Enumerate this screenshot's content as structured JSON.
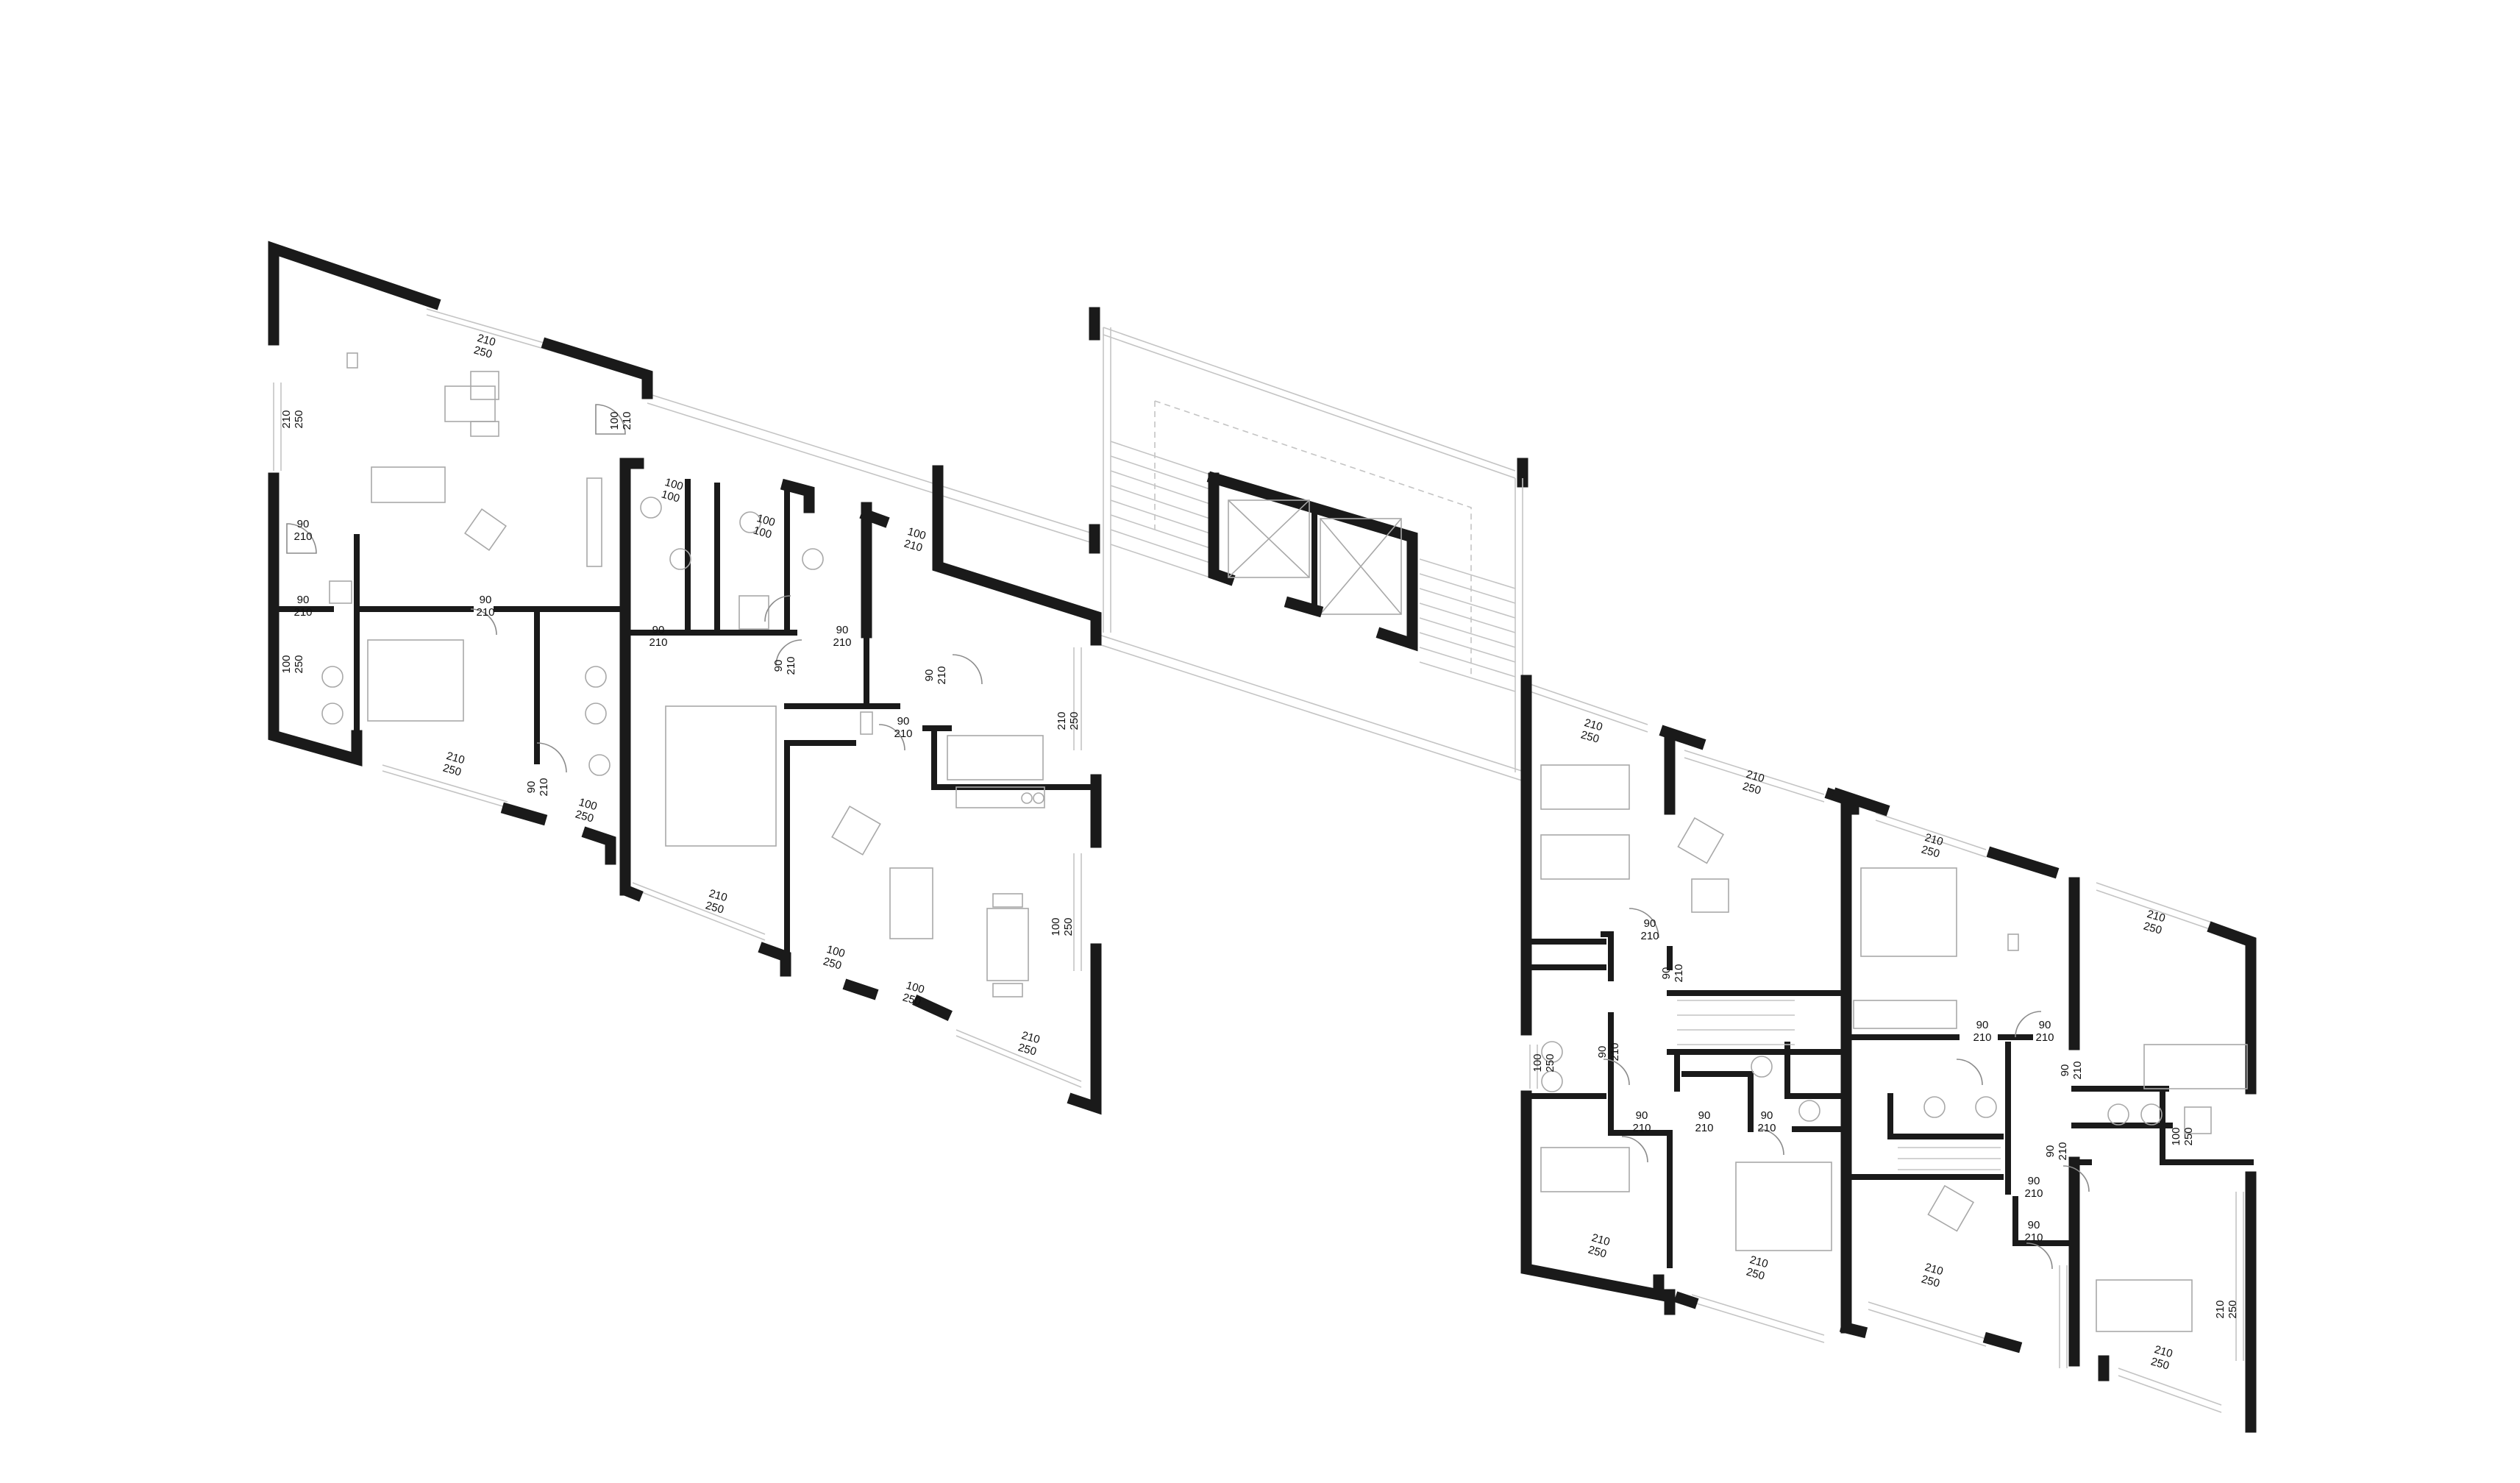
{
  "labels": {
    "l1": {
      "w": "210",
      "h": "250"
    },
    "l2": {
      "w": "210",
      "h": "250"
    },
    "l3": {
      "w": "100",
      "h": "210"
    },
    "l4": {
      "w": "90",
      "h": "210"
    },
    "l5": {
      "w": "90",
      "h": "210"
    },
    "l6": {
      "w": "90",
      "h": "210"
    },
    "l7": {
      "w": "100",
      "h": "250"
    },
    "l8": {
      "w": "210",
      "h": "250"
    },
    "l9": {
      "w": "90",
      "h": "210"
    },
    "l10": {
      "w": "100",
      "h": "250"
    },
    "l11": {
      "w": "100",
      "h": "100"
    },
    "l12": {
      "w": "100",
      "h": "100"
    },
    "l13": {
      "w": "100",
      "h": "210"
    },
    "l14": {
      "w": "90",
      "h": "210"
    },
    "l15": {
      "w": "90",
      "h": "210"
    },
    "l16": {
      "w": "90",
      "h": "210"
    },
    "l17": {
      "w": "90",
      "h": "210"
    },
    "l18": {
      "w": "90",
      "h": "210"
    },
    "l19": {
      "w": "210",
      "h": "250"
    },
    "l20": {
      "w": "210",
      "h": "250"
    },
    "l21": {
      "w": "100",
      "h": "250"
    },
    "l22": {
      "w": "100",
      "h": "250"
    },
    "l23": {
      "w": "100",
      "h": "250"
    },
    "l24": {
      "w": "210",
      "h": "250"
    },
    "r1": {
      "w": "210",
      "h": "250"
    },
    "r2": {
      "w": "210",
      "h": "250"
    },
    "r3": {
      "w": "210",
      "h": "250"
    },
    "r4": {
      "w": "210",
      "h": "250"
    },
    "r5": {
      "w": "90",
      "h": "210"
    },
    "r6": {
      "w": "90",
      "h": "210"
    },
    "r7": {
      "w": "90",
      "h": "210"
    },
    "r8": {
      "w": "90",
      "h": "210"
    },
    "r9": {
      "w": "90",
      "h": "210"
    },
    "r10": {
      "w": "90",
      "h": "210"
    },
    "r11": {
      "w": "100",
      "h": "250"
    },
    "r12": {
      "w": "90",
      "h": "210"
    },
    "r13": {
      "w": "90",
      "h": "210"
    },
    "r14": {
      "w": "90",
      "h": "210"
    },
    "r15": {
      "w": "90",
      "h": "210"
    },
    "r16": {
      "w": "100",
      "h": "250"
    },
    "r17": {
      "w": "90",
      "h": "210"
    },
    "r18": {
      "w": "90",
      "h": "210"
    },
    "r19": {
      "w": "210",
      "h": "250"
    },
    "r20": {
      "w": "210",
      "h": "250"
    },
    "r21": {
      "w": "210",
      "h": "250"
    },
    "r22": {
      "w": "210",
      "h": "250"
    },
    "r23": {
      "w": "210",
      "h": "250"
    }
  }
}
